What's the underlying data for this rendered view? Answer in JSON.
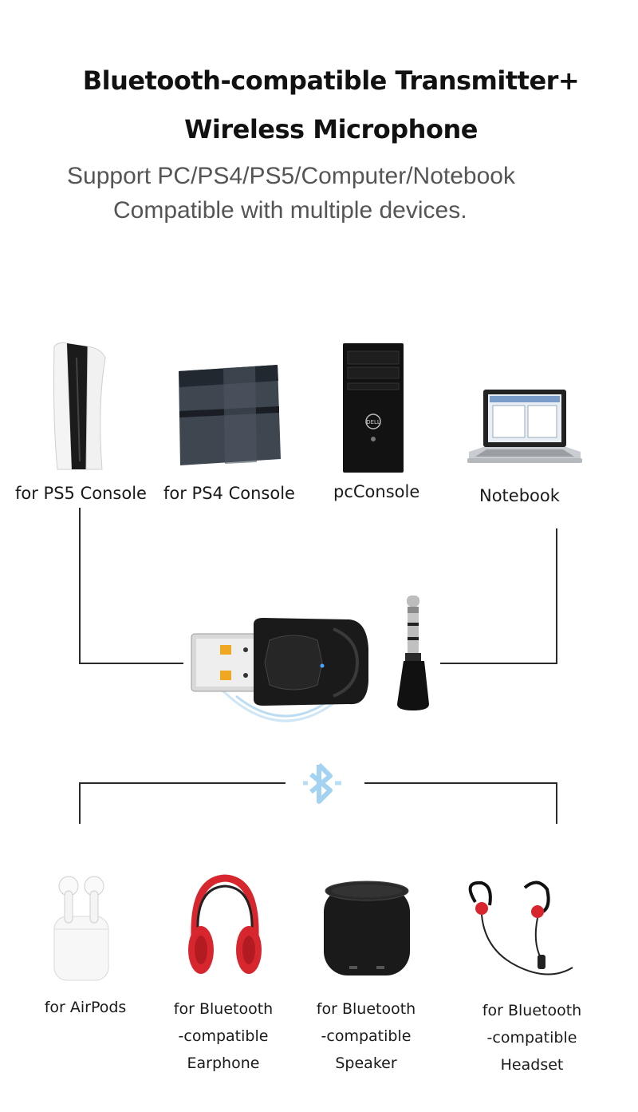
{
  "header": {
    "title_line1": "Bluetooth-compatible Transmitter+",
    "title_line2": "Wireless Microphone",
    "subtitle_line1": "Support PC/PS4/PS5/Computer/Notebook",
    "subtitle_line2": "Compatible with multiple devices."
  },
  "top_devices": [
    {
      "label": "for PS5 Console",
      "icon": "ps5-console-icon"
    },
    {
      "label": "for PS4 Console",
      "icon": "ps4-console-icon"
    },
    {
      "label": "pcConsole",
      "icon": "pc-tower-icon"
    },
    {
      "label": "Notebook",
      "icon": "laptop-icon"
    }
  ],
  "center": {
    "dongle_icon": "usb-bluetooth-dongle-icon",
    "mic_icon": "audio-jack-microphone-icon",
    "signal_icon": "bluetooth-signal-icon"
  },
  "bottom_devices": [
    {
      "line1": "for AirPods",
      "line2": "",
      "line3": "",
      "icon": "airpods-icon"
    },
    {
      "line1": "for Bluetooth",
      "line2": "-compatible",
      "line3": "Earphone",
      "icon": "red-headphones-icon"
    },
    {
      "line1": "for Bluetooth",
      "line2": "-compatible",
      "line3": "Speaker",
      "icon": "speaker-icon"
    },
    {
      "line1": "for Bluetooth",
      "line2": "-compatible",
      "line3": "Headset",
      "icon": "sport-earphones-icon"
    }
  ],
  "colors": {
    "accent_red": "#d8262e",
    "bluetooth_blue": "#8cc8ee",
    "line": "#2a2a2a"
  }
}
